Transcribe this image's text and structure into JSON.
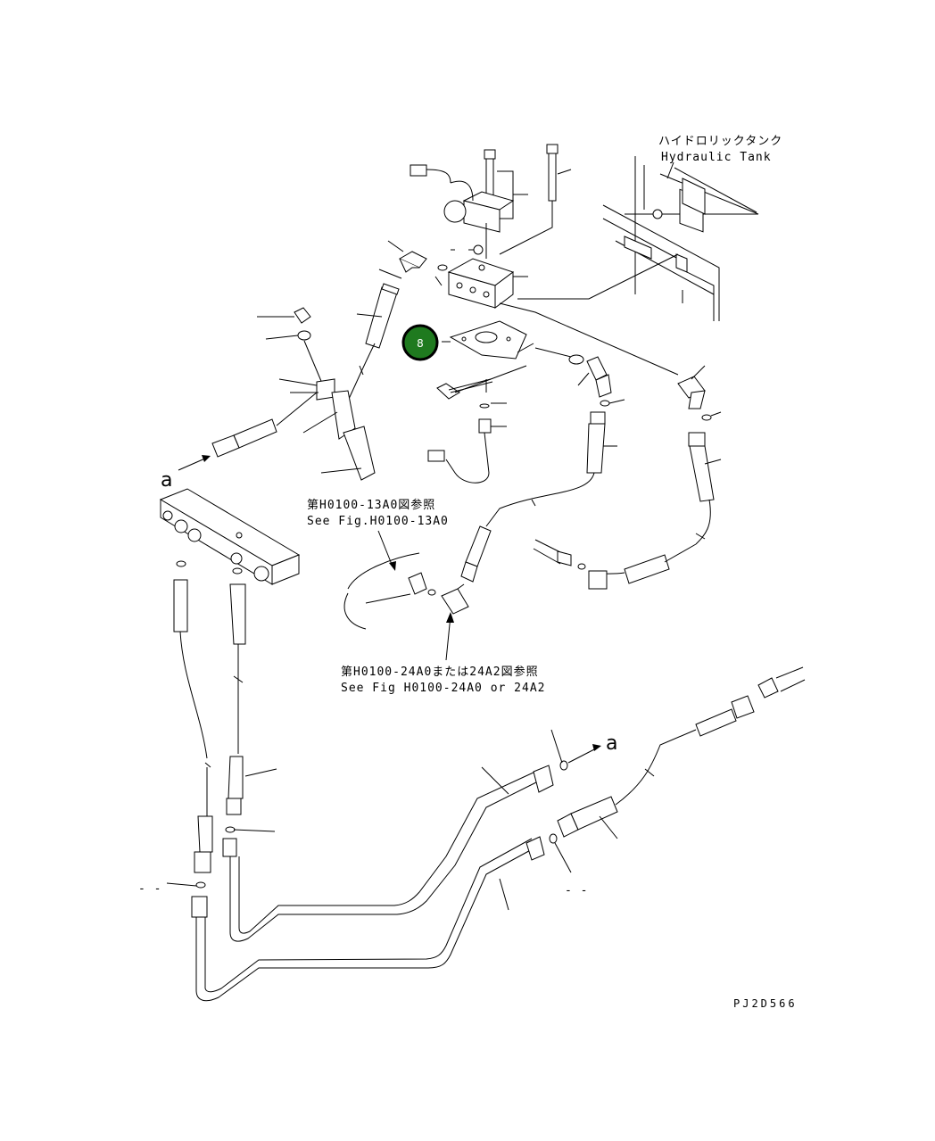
{
  "tank_label_jp": "ハイドロリックタンク",
  "tank_label_en": "Hydraulic Tank",
  "ref_1_jp": "第H0100-13A0図参照",
  "ref_1_en": "See Fig.H0100-13A0",
  "ref_2_jp": "第H0100-24A0または24A2図参照",
  "ref_2_en": "See Fig H0100-24A0 or 24A2",
  "connector_a_left": "a",
  "connector_a_right": "a",
  "callout_badge": "8",
  "drawing_code": "PJ2D566",
  "dash_left": "- -",
  "dash_right": "- -",
  "badge_color": "#1f7a1f"
}
